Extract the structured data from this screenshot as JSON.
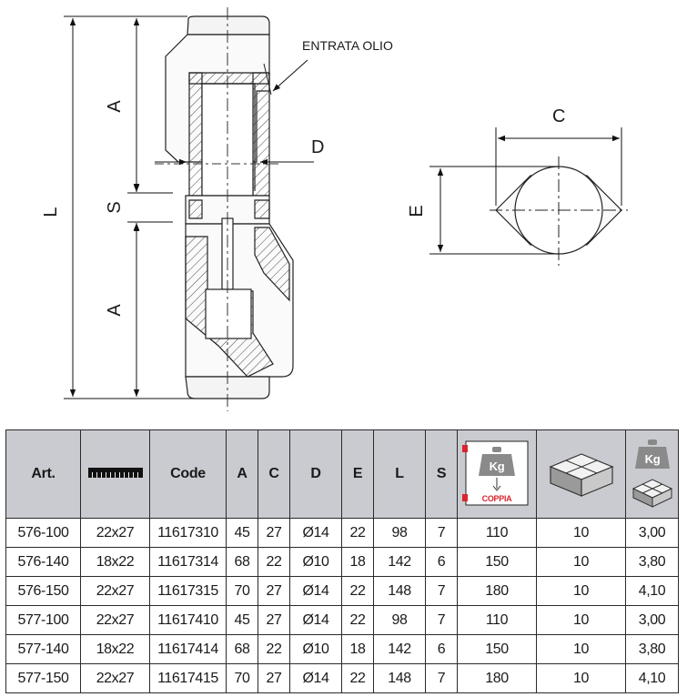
{
  "drawing": {
    "labels": {
      "oil_inlet": "ENTRATA OLIO",
      "dim_L": "L",
      "dim_A_top": "A",
      "dim_S": "S",
      "dim_A_bottom": "A",
      "dim_D": "D",
      "dim_C": "C",
      "dim_E": "E"
    }
  },
  "table": {
    "headers": {
      "art": "Art.",
      "code": "Code",
      "a": "A",
      "c": "C",
      "d": "D",
      "e": "E",
      "l": "L",
      "s": "S",
      "torque_icon_kg": "Kg",
      "torque_icon_caption": "COPPIA",
      "weight_icon_kg": "Kg"
    },
    "icons": {
      "size_column": "ruler-icon",
      "torque_column": "weight-torque-icon",
      "package_column": "package-boxes-icon",
      "weight_column": "weight-box-icon"
    },
    "rows": [
      {
        "art": "576-100",
        "size": "22x27",
        "code": "11617310",
        "a": "45",
        "c": "27",
        "d": "Ø14",
        "e": "22",
        "l": "98",
        "s": "7",
        "torque": "110",
        "pack": "10",
        "weight": "3,00"
      },
      {
        "art": "576-140",
        "size": "18x22",
        "code": "11617314",
        "a": "68",
        "c": "22",
        "d": "Ø10",
        "e": "18",
        "l": "142",
        "s": "6",
        "torque": "150",
        "pack": "10",
        "weight": "3,80"
      },
      {
        "art": "576-150",
        "size": "22x27",
        "code": "11617315",
        "a": "70",
        "c": "27",
        "d": "Ø14",
        "e": "22",
        "l": "148",
        "s": "7",
        "torque": "180",
        "pack": "10",
        "weight": "4,10"
      },
      {
        "art": "577-100",
        "size": "22x27",
        "code": "11617410",
        "a": "45",
        "c": "27",
        "d": "Ø14",
        "e": "22",
        "l": "98",
        "s": "7",
        "torque": "110",
        "pack": "10",
        "weight": "3,00"
      },
      {
        "art": "577-140",
        "size": "18x22",
        "code": "11617414",
        "a": "68",
        "c": "22",
        "d": "Ø10",
        "e": "18",
        "l": "142",
        "s": "6",
        "torque": "150",
        "pack": "10",
        "weight": "3,80"
      },
      {
        "art": "577-150",
        "size": "22x27",
        "code": "11617415",
        "a": "70",
        "c": "27",
        "d": "Ø14",
        "e": "22",
        "l": "148",
        "s": "7",
        "torque": "180",
        "pack": "10",
        "weight": "4,10"
      }
    ]
  },
  "colors": {
    "header_bg": "#c9cbd0",
    "accent_red": "#d9262e",
    "line": "#2a2a2a"
  }
}
